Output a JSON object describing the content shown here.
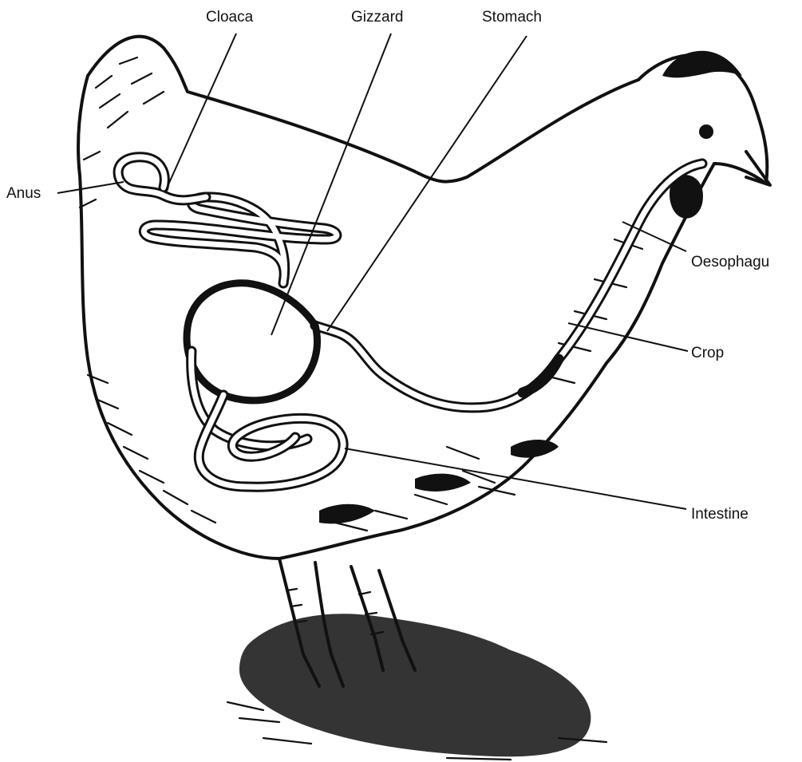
{
  "labels": {
    "cloaca": "Cloaca",
    "gizzard": "Gizzard",
    "stomach": "Stomach",
    "anus": "Anus",
    "oesophagus": "Oesophagu",
    "crop": "Crop",
    "intestine": "Intestine"
  }
}
